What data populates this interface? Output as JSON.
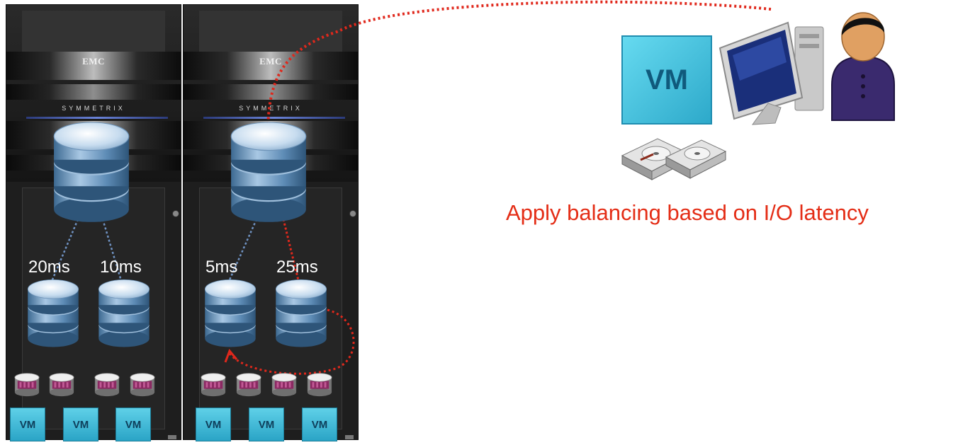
{
  "racks": [
    {
      "brand": "EMC",
      "model": "SYMMETRIX",
      "latencies": [
        "20ms",
        "10ms"
      ],
      "vms": [
        "VM",
        "VM",
        "VM"
      ]
    },
    {
      "brand": "EMC",
      "model": "SYMMETRIX",
      "latencies": [
        "5ms",
        "25ms"
      ],
      "vms": [
        "VM",
        "VM",
        "VM"
      ]
    }
  ],
  "admin_vm_label": "VM",
  "caption": "Apply balancing based on I/O latency",
  "colors": {
    "accent_red": "#e42d16",
    "vm_blue": "#3ab6d8",
    "rack_black": "#1e1e1e",
    "db_blue": "#7fa6c8"
  },
  "icons": [
    "database-icon",
    "disk-icon",
    "monitor-icon",
    "person-icon",
    "hard-drive-icon"
  ]
}
